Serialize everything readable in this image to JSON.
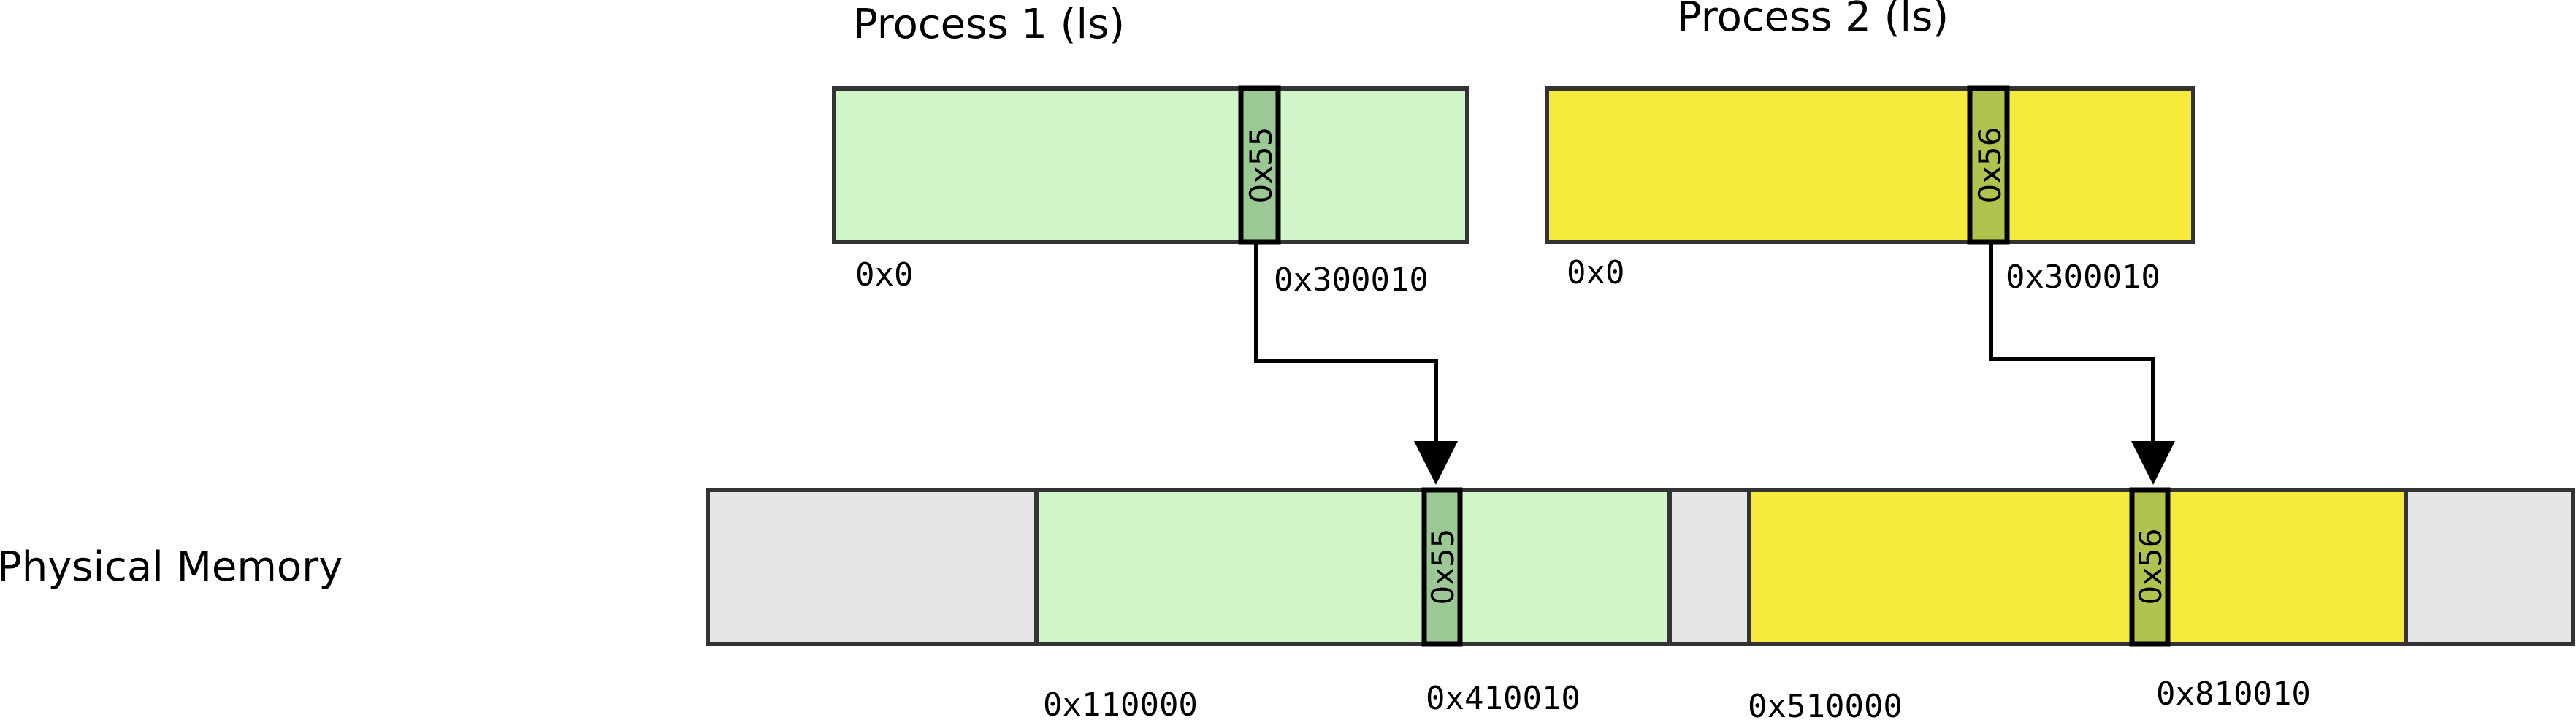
{
  "labels": {
    "process1_title": "Process 1 (ls)",
    "process2_title": "Process 2 (ls)",
    "physical_title": "Physical Memory"
  },
  "process1": {
    "start_addr": "0x0",
    "cell_addr": "0x300010",
    "cell_value": "0x55"
  },
  "process2": {
    "start_addr": "0x0",
    "cell_addr": "0x300010",
    "cell_value": "0x56"
  },
  "physical": {
    "segment1_start": "0x110000",
    "segment1_cell_addr": "0x410010",
    "segment1_cell_value": "0x55",
    "segment2_start": "0x510000",
    "segment2_cell_addr": "0x810010",
    "segment2_cell_value": "0x56"
  },
  "colors": {
    "process1_fill": "#d0f5c8",
    "process1_cell": "#9bc894",
    "process2_fill": "#f6eb3c",
    "process2_cell": "#b2c24e",
    "unused_fill": "#e6e6e6",
    "border": "#333333"
  }
}
